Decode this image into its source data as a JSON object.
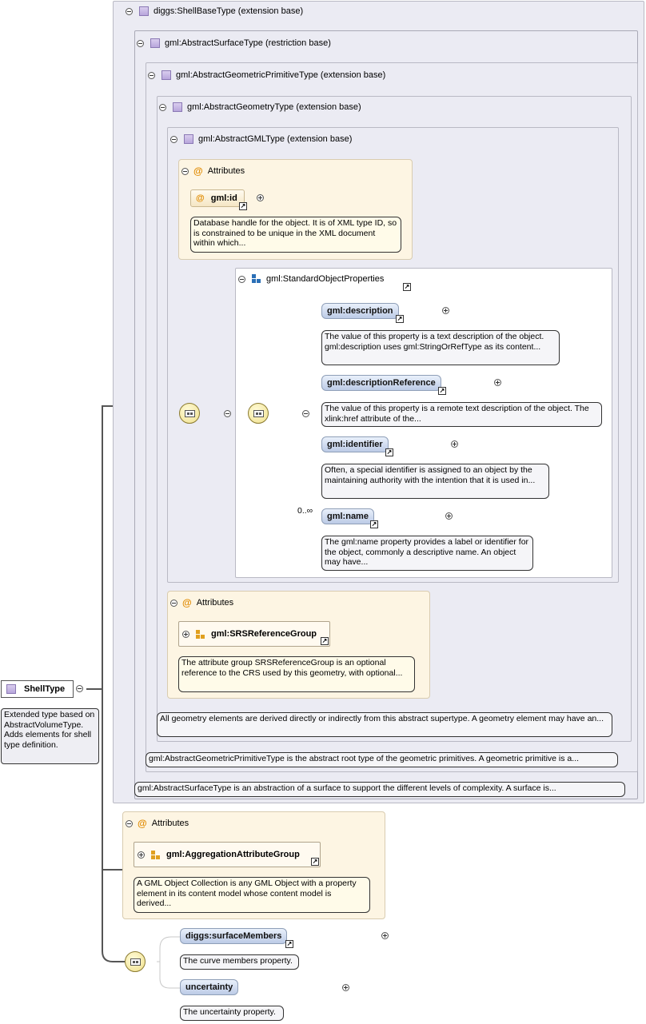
{
  "root": {
    "label": "ShellType",
    "doc": "Extended type based on AbstractVolumeType. Adds elements for shell type definition."
  },
  "shell_base": {
    "label": "diggs:ShellBaseType (extension base)"
  },
  "abstract_surface": {
    "label": "gml:AbstractSurfaceType (restriction base)",
    "doc": "gml:AbstractSurfaceType is an abstraction of a surface to support the different levels of complexity. A surface is..."
  },
  "geometric_primitive": {
    "label": "gml:AbstractGeometricPrimitiveType (extension base)",
    "doc": "gml:AbstractGeometricPrimitiveType is the abstract root type of the geometric primitives. A geometric primitive is a..."
  },
  "abstract_geometry": {
    "label": "gml:AbstractGeometryType (extension base)",
    "doc": "All geometry elements are derived directly or indirectly from this abstract supertype. A geometry element may have an..."
  },
  "abstract_gml": {
    "label": "gml:AbstractGMLType (extension base)"
  },
  "gml_attributes": {
    "label": "Attributes",
    "id_label": "gml:id",
    "id_doc": "Database handle for the object. It is of XML type ID, so is constrained to be unique in the XML document within which..."
  },
  "std_props": {
    "label": "gml:StandardObjectProperties",
    "multiplicity": "0..∞",
    "items": [
      {
        "label": "gml:description",
        "doc": "The value of this property is a text description of the object. gml:description uses gml:StringOrRefType as its content..."
      },
      {
        "label": "gml:descriptionReference",
        "doc": "The value of this property is a remote text description of the object. The xlink:href attribute of the..."
      },
      {
        "label": "gml:identifier",
        "doc": "Often, a special identifier is assigned to an object by the maintaining authority with the intention that it is used in..."
      },
      {
        "label": "gml:name",
        "doc": "The gml:name property provides a label or identifier for the object, commonly a descriptive name. An object may have..."
      }
    ]
  },
  "geom_attributes": {
    "label": "Attributes",
    "group_label": "gml:SRSReferenceGroup",
    "group_doc": "The attribute group SRSReferenceGroup is an optional reference to the CRS used by this geometry, with optional..."
  },
  "shell_attributes": {
    "label": "Attributes",
    "group_label": "gml:AggregationAttributeGroup",
    "group_doc": "A GML Object Collection is any GML Object with a property element in its content model whose content model is derived..."
  },
  "shell_seq": {
    "items": [
      {
        "label": "diggs:surfaceMembers",
        "doc": "The curve members property."
      },
      {
        "label": "uncertainty",
        "doc": "The uncertainty property."
      }
    ]
  }
}
